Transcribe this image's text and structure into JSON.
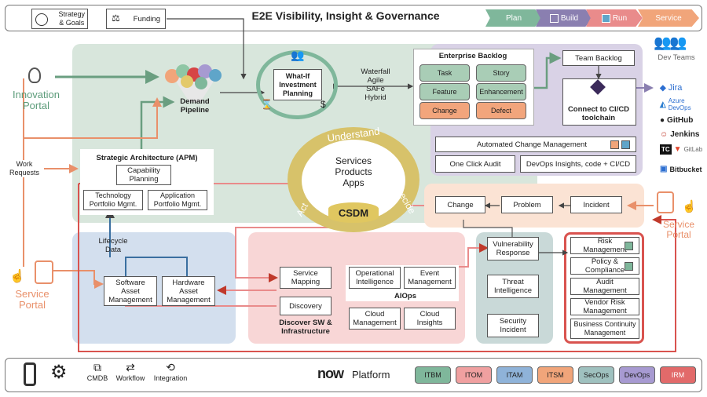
{
  "header": {
    "strategy": "Strategy\n& Goals",
    "funding": "Funding",
    "title": "E2E Visibility, Insight & Governance",
    "phases": [
      "Plan",
      "Build",
      "Run",
      "Service"
    ]
  },
  "left": {
    "innovation_portal": "Innovation\nPortal",
    "work_requests": "Work\nRequests",
    "service_portal": "Service\nPortal"
  },
  "demand": {
    "pipeline": "Demand\nPipeline",
    "whatif": "What-If\nInvestment\nPlanning",
    "methods": "Waterfall\nAgile\nSAFe\nHybrid"
  },
  "backlog": {
    "title": "Enterprise Backlog",
    "items": [
      "Task",
      "Story",
      "Feature",
      "Enhancement",
      "Change",
      "Defect"
    ]
  },
  "devops": {
    "team_backlog": "Team Backlog",
    "connect": "Connect to CI/CD\ntoolchain",
    "auto_change": "Automated Change Management",
    "one_click": "One Click Audit",
    "insights": "DevOps Insights, code + CI/CD",
    "dev_teams": "Dev Teams",
    "tools": [
      "Jira",
      "Azure\nDevOps",
      "GitHub",
      "Jenkins",
      "GitLab",
      "Bitbucket"
    ]
  },
  "apm": {
    "title": "Strategic Architecture (APM)",
    "capability": "Capability\nPlanning",
    "tech": "Technology\nPortfolio Mgmt.",
    "app": "Application\nPortfolio Mgmt."
  },
  "csdm": {
    "understand": "Understand",
    "decide": "Decide",
    "act": "Act",
    "center": "Services\nProducts\nApps",
    "cyl": "CSDM"
  },
  "itsm": {
    "change": "Change",
    "problem": "Problem",
    "incident": "Incident",
    "service_portal": "Service\nPortal"
  },
  "itam": {
    "lifecycle": "Lifecycle\nData",
    "sam": "Software\nAsset\nManagement",
    "ham": "Hardware\nAsset\nManagement"
  },
  "itom": {
    "mapping": "Service\nMapping",
    "discovery": "Discovery",
    "discover_title": "Discover SW &\nInfrastructure",
    "opint": "Operational\nIntelligence",
    "event": "Event\nManagement",
    "aiops": "AIOps",
    "cloud_mgmt": "Cloud\nManagement",
    "cloud_ins": "Cloud\nInsights"
  },
  "secops": {
    "vuln": "Vulnerability\nResponse",
    "threat": "Threat\nIntelligence",
    "incident": "Security\nIncident"
  },
  "irm": {
    "items": [
      "Risk\nManagement",
      "Policy &\nCompliance",
      "Audit\nManagement",
      "Vendor Risk\nManagement",
      "Business Continuity\nManagement"
    ]
  },
  "footer": {
    "icons": [
      "CMDB",
      "Workflow",
      "Integration"
    ],
    "logo": "now",
    "platform": "Platform",
    "modules": [
      "ITBM",
      "ITOM",
      "ITAM",
      "ITSM",
      "SecOps",
      "DevOps",
      "IRM"
    ]
  },
  "colors": {
    "plan": "#7fb79b",
    "build": "#8a7fb0",
    "run": "#e98b8b",
    "service": "#f1a57a",
    "green_zone": "#d8e6dc",
    "purple_zone": "#d9d2e6",
    "peach_zone": "#fbe3d4",
    "blue_zone": "#d3dfee",
    "pink_zone": "#f8d6d6",
    "teal_zone": "#c9d9d8",
    "red": "#d9534f"
  }
}
